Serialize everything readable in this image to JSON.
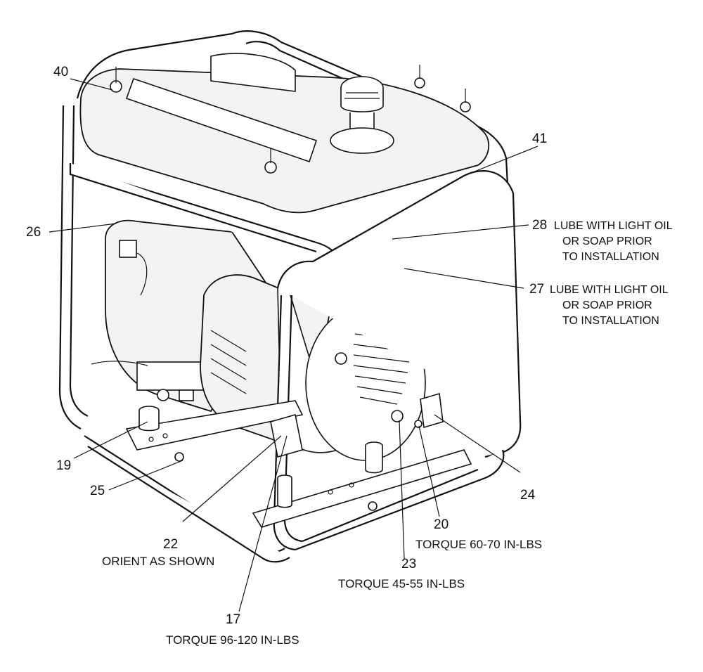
{
  "callouts": [
    {
      "id": "c40",
      "number": "40",
      "notes": []
    },
    {
      "id": "c41",
      "number": "41",
      "notes": []
    },
    {
      "id": "c26",
      "number": "26",
      "notes": []
    },
    {
      "id": "c28",
      "number": "28",
      "notes": [
        "LUBE WITH LIGHT OIL",
        "OR SOAP PRIOR",
        "TO INSTALLATION"
      ]
    },
    {
      "id": "c27",
      "number": "27",
      "notes": [
        "LUBE WITH LIGHT OIL",
        "OR SOAP PRIOR",
        "TO INSTALLATION"
      ]
    },
    {
      "id": "c19",
      "number": "19",
      "notes": []
    },
    {
      "id": "c25",
      "number": "25",
      "notes": []
    },
    {
      "id": "c24",
      "number": "24",
      "notes": []
    },
    {
      "id": "c20",
      "number": "20",
      "notes": [
        "TORQUE 60-70 IN-LBS"
      ]
    },
    {
      "id": "c23",
      "number": "23",
      "notes": [
        "TORQUE 45-55 IN-LBS"
      ]
    },
    {
      "id": "c22",
      "number": "22",
      "notes": [
        "ORIENT AS SHOWN"
      ]
    },
    {
      "id": "c17",
      "number": "17",
      "notes": [
        "TORQUE 96-120 IN-LBS"
      ]
    }
  ]
}
